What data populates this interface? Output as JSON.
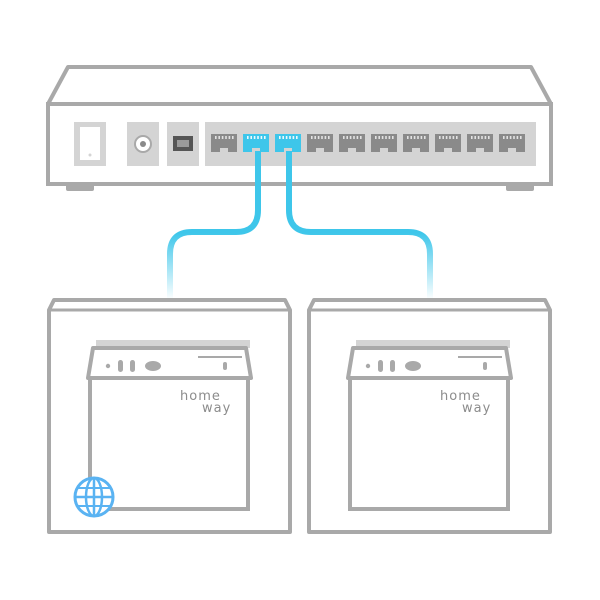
{
  "colors": {
    "outline": "#a9a9a9",
    "panel": "#d4d4d4",
    "port": "#8a8a8a",
    "cable": "#3ec6ea",
    "globe": "#5ab3f2",
    "background": "#ffffff"
  },
  "switch": {
    "port_count": 10,
    "connected_ports": [
      1,
      2
    ],
    "icons": [
      "power-switch-icon",
      "dc-jack-icon",
      "usb-port-icon"
    ]
  },
  "units": [
    {
      "brand_line1": "home",
      "brand_line2": "way",
      "has_globe_icon": true
    },
    {
      "brand_line1": "home",
      "brand_line2": "way",
      "has_globe_icon": false
    }
  ]
}
